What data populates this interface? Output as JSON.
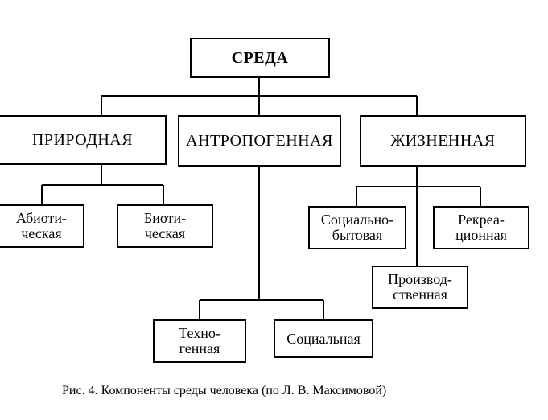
{
  "diagram": {
    "root": "СРЕДА",
    "level1": {
      "natural": "ПРИРОДНАЯ",
      "anthropogenic": "АНТРОПОГЕННАЯ",
      "living": "ЖИЗНЕННАЯ"
    },
    "natural_children": {
      "abiotic": [
        "Абиоти-",
        "ческая"
      ],
      "biotic": [
        "Биоти-",
        "ческая"
      ]
    },
    "anthropogenic_children": {
      "technogenic": [
        "Техно-",
        "генная"
      ],
      "social": "Социальная"
    },
    "living_children": {
      "social_domestic": [
        "Социально-",
        "бытовая"
      ],
      "recreational": [
        "Рекреа-",
        "ционная"
      ],
      "industrial": [
        "Производ-",
        "ственная"
      ]
    }
  },
  "caption": "Рис. 4.  Компоненты среды человека (по Л. В. Максимовой)"
}
